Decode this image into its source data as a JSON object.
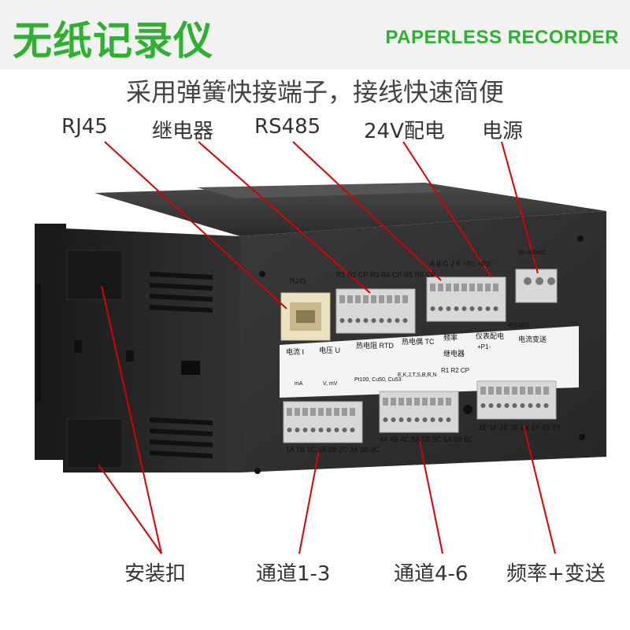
{
  "header": {
    "title_cn": "无纸记录仪",
    "title_en": "PAPERLESS RECORDER"
  },
  "subtitle": "采用弹簧快接端子，接线快速简便",
  "top_labels": {
    "rj45": "RJ45",
    "relay": "继电器",
    "rs485": "RS485",
    "power24v": "24V配电",
    "power": "电源"
  },
  "bottom_labels": {
    "mount": "安装扣",
    "ch13": "通道1-3",
    "ch46": "通道4-6",
    "freq": "频率+变送"
  },
  "panel": {
    "rj45": "RJ45",
    "relay_header": "R1 R2 CP R3 R4 CP R5 R6 CP",
    "comm_header": "A  B  G  J  K  +P1 +P2-",
    "power_header": "85-265VAC",
    "current": "电流 I",
    "voltage": "电压 U",
    "rtd": "热电阻 RTD",
    "tc": "热电偶 TC",
    "freq": "频率",
    "instr_power": "仪表配电",
    "rs485_label": "RS485",
    "relay_label": "继电器",
    "transmit": "电流变送",
    "ma": "mA",
    "vmv": "V, mV",
    "pt100": "Pt100, Cu50, Cu53",
    "tc_types": "E,K,J,T,S,B,R,N",
    "relay_terms": "R1  R2  CP",
    "p1": "+P1-",
    "row1_bottom": "1A 1B 1C 2A 2B 2C 3A 3B 3C",
    "row2_bottom": "4A 4B 4C 5A 5B 5C 6A 6B 6C",
    "row3_bottom": "1E 1F 2E 2F 1X 1Y 2X 2Y"
  },
  "colors": {
    "accent": "#2fb030",
    "leader": "#d40000",
    "body": "#2a2a2a",
    "connector": "#dcdcdc"
  }
}
